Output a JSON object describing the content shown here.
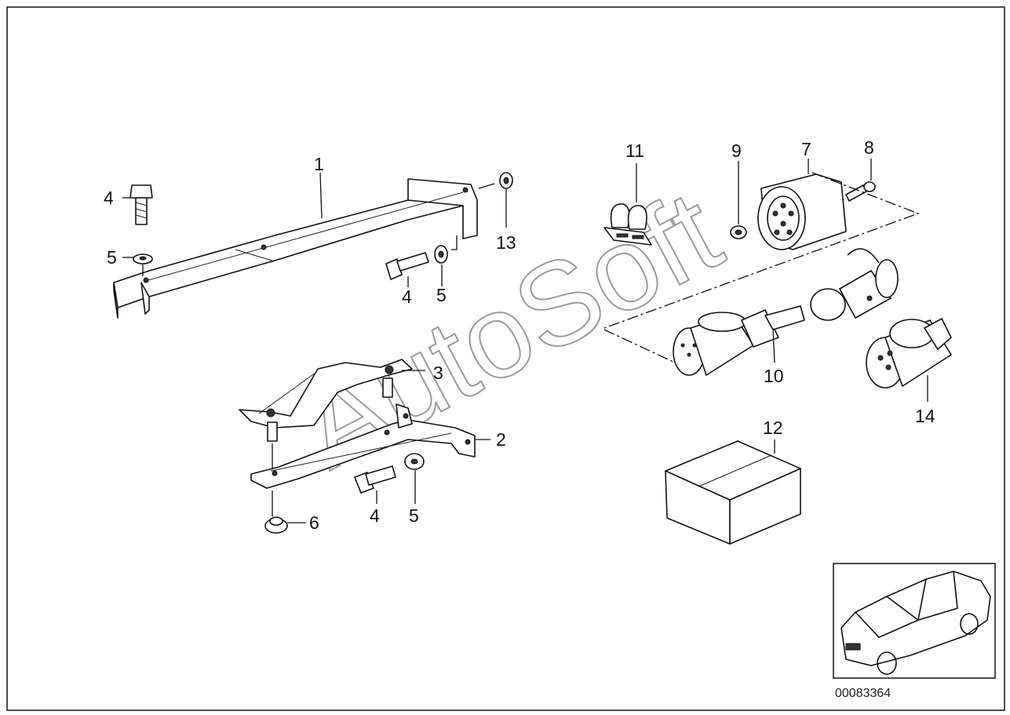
{
  "diagram": {
    "watermark": "AutoSoft",
    "diagram_number": "00083364",
    "callouts": {
      "c1": "1",
      "c2": "2",
      "c3": "3",
      "c4a": "4",
      "c4b": "4",
      "c4c": "4",
      "c5a": "5",
      "c5b": "5",
      "c5c": "5",
      "c6": "6",
      "c7": "7",
      "c8": "8",
      "c9": "9",
      "c10": "10",
      "c11": "11",
      "c12": "12",
      "c13": "13",
      "c14": "14"
    },
    "icons": [
      "car-thumbnail-icon"
    ]
  }
}
